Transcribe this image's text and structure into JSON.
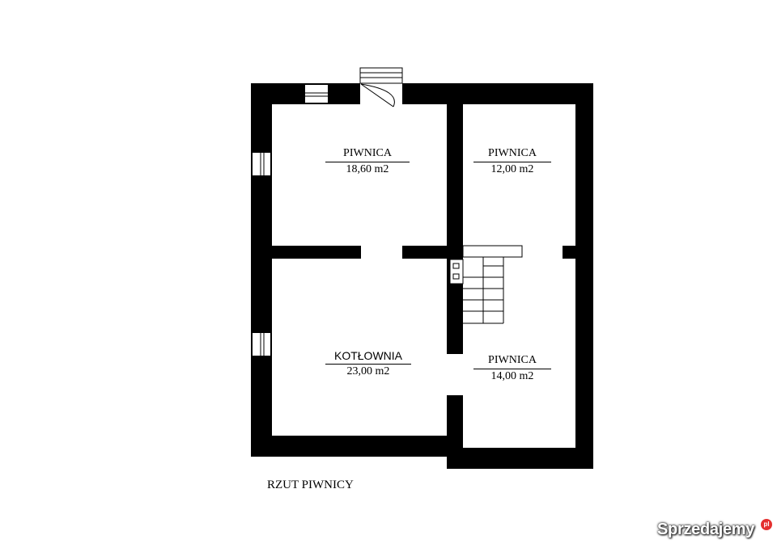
{
  "plan": {
    "title": "RZUT PIWNICY",
    "rooms": [
      {
        "name": "PIWNICA",
        "area": "18,60 m2"
      },
      {
        "name": "PIWNICA",
        "area": "12,00 m2"
      },
      {
        "name": "KOTŁOWNIA",
        "area": "23,00 m2"
      },
      {
        "name": "PIWNICA",
        "area": "14,00 m2"
      }
    ]
  },
  "watermark": {
    "text": "Sprzedajemy",
    "badge": "pl"
  }
}
